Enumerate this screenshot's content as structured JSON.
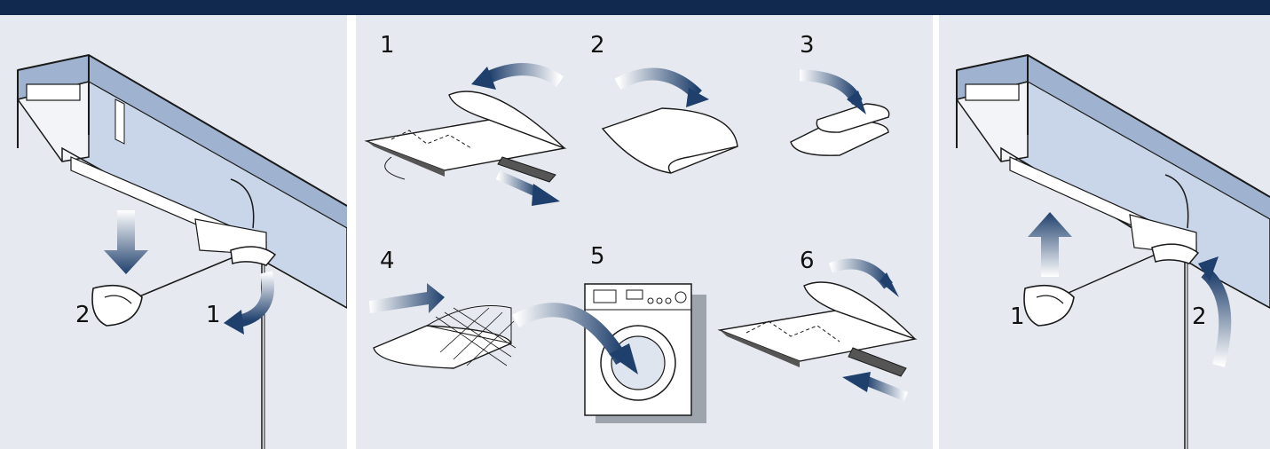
{
  "colors": {
    "top_bar": "#12294f",
    "panel_bg": "#e6eaf0",
    "rail_blue": "#c9d6ea",
    "rail_dark": "#9fb2cf",
    "arrow_dark": "#1f3f6c",
    "arrow_light": "#ffffff",
    "line": "#1a1a1a"
  },
  "left_panel": {
    "labels": [
      "2",
      "1"
    ]
  },
  "middle_panel": {
    "steps": [
      "1",
      "2",
      "3",
      "4",
      "5",
      "6"
    ],
    "icons": [
      "fabric-detach-icon",
      "fabric-fold-icon",
      "fabric-stack-icon",
      "laundry-bag-icon",
      "washing-machine-icon",
      "fabric-attach-icon"
    ]
  },
  "right_panel": {
    "labels": [
      "1",
      "2"
    ]
  }
}
